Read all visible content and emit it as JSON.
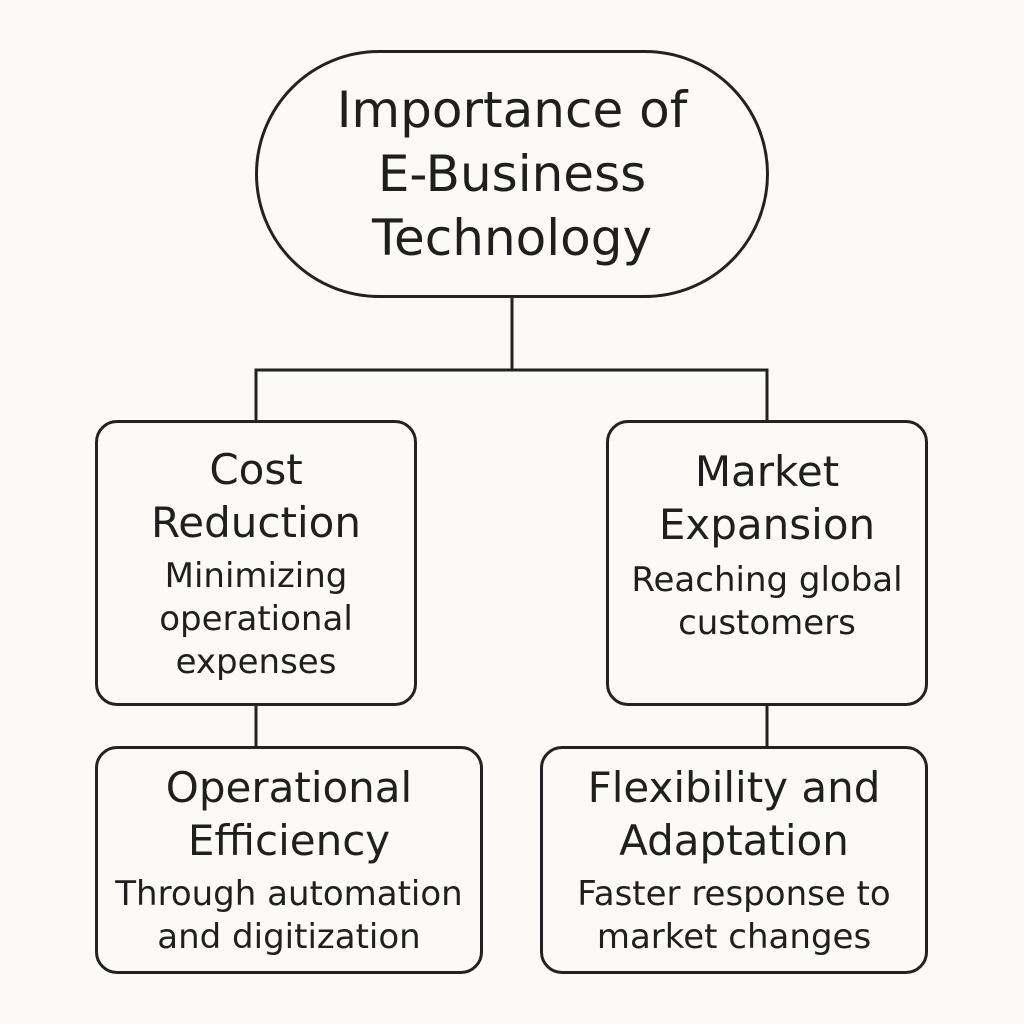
{
  "root": {
    "title": "Importance of E-Business Technology"
  },
  "nodes": {
    "cost_reduction": {
      "title": "Cost Reduction",
      "description": "Minimizing operational expenses"
    },
    "market_expansion": {
      "title": "Market Expansion",
      "description": "Reaching global customers"
    },
    "operational_efficiency": {
      "title": "Operational Efficiency",
      "description": "Through automation and digitization"
    },
    "flexibility_adaptation": {
      "title": "Flexibility and Adaptation",
      "description": "Faster response to market changes"
    }
  }
}
